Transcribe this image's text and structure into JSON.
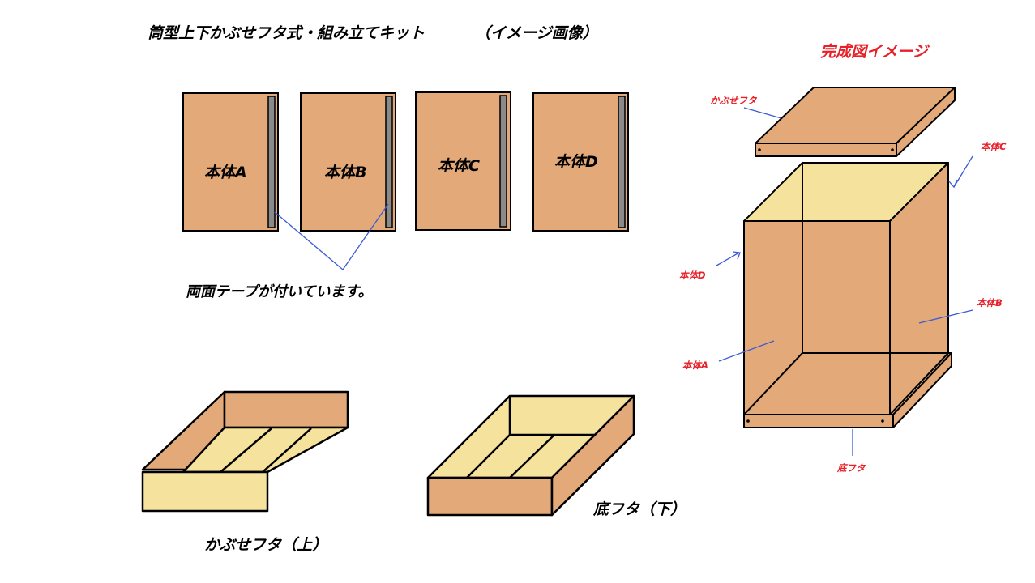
{
  "title": "筒型上下かぶせフタ式・組み立てキット",
  "title_note": "（イメージ画像）",
  "completed_title": "完成図イメージ",
  "panels": {
    "a": "本体A",
    "b": "本体B",
    "c": "本体C",
    "d": "本体D"
  },
  "tape_note": "両面テープが付いています。",
  "top_lid_caption": "かぶせフタ（上）",
  "bottom_lid_caption": "底フタ（下）",
  "labels": {
    "lid": "かぶせフタ",
    "body_c": "本体C",
    "body_d": "本体D",
    "body_b": "本体B",
    "body_a": "本体A",
    "bottom": "底フタ"
  },
  "colors": {
    "cardboard": "#e3a978",
    "cardboard_light": "#f5e29d",
    "arrow_blue": "#3b5bd6",
    "label_red": "#e8202a",
    "tape_gray": "#8a8a8a"
  }
}
